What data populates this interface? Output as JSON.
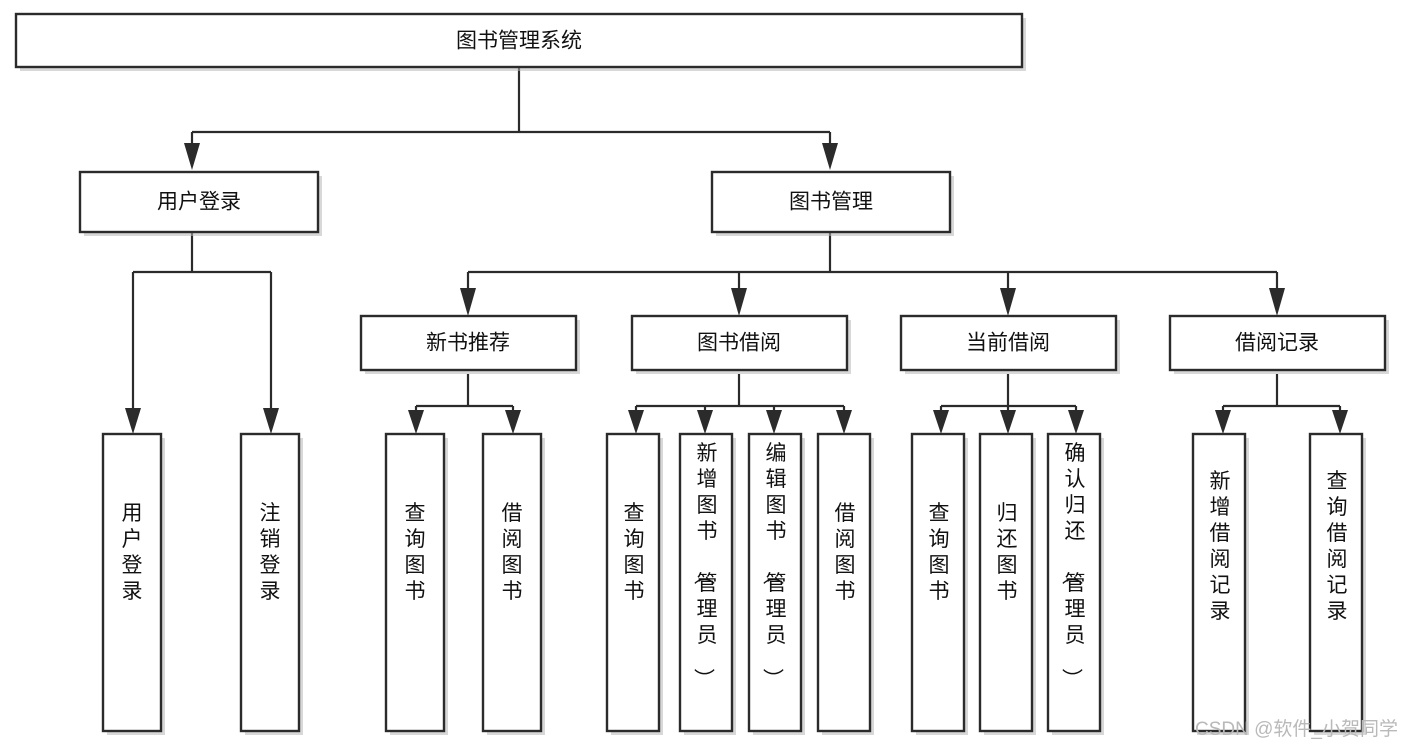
{
  "diagram": {
    "title": "图书管理系统",
    "type": "tree",
    "orientation": "top-down",
    "colors": {
      "stroke": "#2b2b2b",
      "fill": "#ffffff",
      "text": "#111111",
      "shadow": "#b8b8b8",
      "watermark": "#b9b9b9"
    },
    "levels": {
      "level1_label": "图书管理系统",
      "level2_labels": [
        "用户登录",
        "图书管理"
      ],
      "level3_labels": [
        "新书推荐",
        "图书借阅",
        "当前借阅",
        "借阅记录"
      ]
    }
  },
  "nodes": {
    "root": {
      "label": "图书管理系统",
      "orientation": "horizontal"
    },
    "user_login": {
      "label": "用户登录",
      "orientation": "horizontal"
    },
    "book_manage": {
      "label": "图书管理",
      "orientation": "horizontal"
    },
    "new_book_rec": {
      "label": "新书推荐",
      "orientation": "horizontal"
    },
    "book_borrow": {
      "label": "图书借阅",
      "orientation": "horizontal"
    },
    "current_borrow": {
      "label": "当前借阅",
      "orientation": "horizontal"
    },
    "borrow_record": {
      "label": "借阅记录",
      "orientation": "horizontal"
    },
    "leaf_user_login": {
      "label": "用户登录",
      "orientation": "vertical"
    },
    "leaf_logout": {
      "label": "注销登录",
      "orientation": "vertical"
    },
    "leaf_query_book_1": {
      "label": "查询图书",
      "orientation": "vertical"
    },
    "leaf_borrow_book_1": {
      "label": "借阅图书",
      "orientation": "vertical"
    },
    "leaf_query_book_2": {
      "label": "查询图书",
      "orientation": "vertical"
    },
    "leaf_add_book": {
      "label": "新增图书（管理员）",
      "orientation": "vertical"
    },
    "leaf_edit_book": {
      "label": "编辑图书（管理员）",
      "orientation": "vertical"
    },
    "leaf_borrow_book_2": {
      "label": "借阅图书",
      "orientation": "vertical"
    },
    "leaf_query_book_3": {
      "label": "查询图书",
      "orientation": "vertical"
    },
    "leaf_return_book": {
      "label": "归还图书",
      "orientation": "vertical"
    },
    "leaf_confirm_return": {
      "label": "确认归还（管理员）",
      "orientation": "vertical"
    },
    "leaf_add_record": {
      "label": "新增借阅记录",
      "orientation": "vertical"
    },
    "leaf_query_record": {
      "label": "查询借阅记录",
      "orientation": "vertical"
    }
  },
  "edges": [
    {
      "from": "root",
      "to": "user_login"
    },
    {
      "from": "root",
      "to": "book_manage"
    },
    {
      "from": "user_login",
      "to": "leaf_user_login"
    },
    {
      "from": "user_login",
      "to": "leaf_logout"
    },
    {
      "from": "book_manage",
      "to": "new_book_rec"
    },
    {
      "from": "book_manage",
      "to": "book_borrow"
    },
    {
      "from": "book_manage",
      "to": "current_borrow"
    },
    {
      "from": "book_manage",
      "to": "borrow_record"
    },
    {
      "from": "new_book_rec",
      "to": "leaf_query_book_1"
    },
    {
      "from": "new_book_rec",
      "to": "leaf_borrow_book_1"
    },
    {
      "from": "book_borrow",
      "to": "leaf_query_book_2"
    },
    {
      "from": "book_borrow",
      "to": "leaf_add_book"
    },
    {
      "from": "book_borrow",
      "to": "leaf_edit_book"
    },
    {
      "from": "book_borrow",
      "to": "leaf_borrow_book_2"
    },
    {
      "from": "current_borrow",
      "to": "leaf_query_book_3"
    },
    {
      "from": "current_borrow",
      "to": "leaf_return_book"
    },
    {
      "from": "current_borrow",
      "to": "leaf_confirm_return"
    },
    {
      "from": "borrow_record",
      "to": "leaf_add_record"
    },
    {
      "from": "borrow_record",
      "to": "leaf_query_record"
    }
  ],
  "watermark": {
    "text": "CSDN @软件_小贺同学"
  }
}
